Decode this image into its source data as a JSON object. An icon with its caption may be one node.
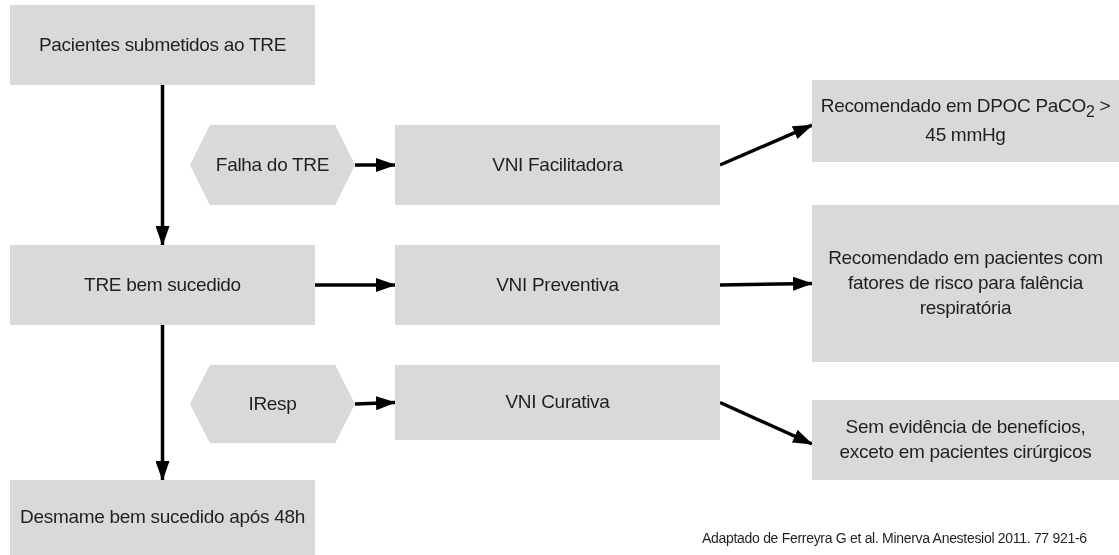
{
  "diagram": {
    "caption": "Adaptado de Ferreyra G et al. Minerva Anestesiol 2011. 77 921-6",
    "nodes": [
      {
        "text": [
          "Pacientes submetidos ao TRE"
        ]
      },
      {
        "text": [
          "Falha do TRE"
        ]
      },
      {
        "text": [
          "VNI Facilitadora"
        ]
      },
      {
        "text": [
          "Recomendado em DPOC PaCO$_{2}$ > 45 mmHg"
        ]
      },
      {
        "text": [
          "TRE bem sucedido"
        ]
      },
      {
        "text": [
          "VNI Preventiva"
        ]
      },
      {
        "text": [
          "Recomendado em pacientes com fatores de risco para falência respiratória"
        ]
      },
      {
        "text": [
          "IResp"
        ]
      },
      {
        "text": [
          "VNI Curativa"
        ]
      },
      {
        "text": [
          "Sem evidência de benefícios, exceto em pacientes cirúrgicos"
        ]
      },
      {
        "text": [
          "Desmame bem sucedido após 48h"
        ]
      }
    ],
    "edges": [
      {
        "from": 0,
        "to": 4,
        "arrow": "to"
      },
      {
        "from": 1,
        "to": 2,
        "arrow": "to"
      },
      {
        "from": 2,
        "to": 3,
        "arrow": "to"
      },
      {
        "from": 4,
        "to": 5,
        "arrow": "to"
      },
      {
        "from": 5,
        "to": 6,
        "arrow": "to"
      },
      {
        "from": 7,
        "to": 8,
        "arrow": "to"
      },
      {
        "from": 8,
        "to": 9,
        "arrow": "to"
      },
      {
        "from": 4,
        "to": 10,
        "arrow": "to"
      }
    ]
  }
}
